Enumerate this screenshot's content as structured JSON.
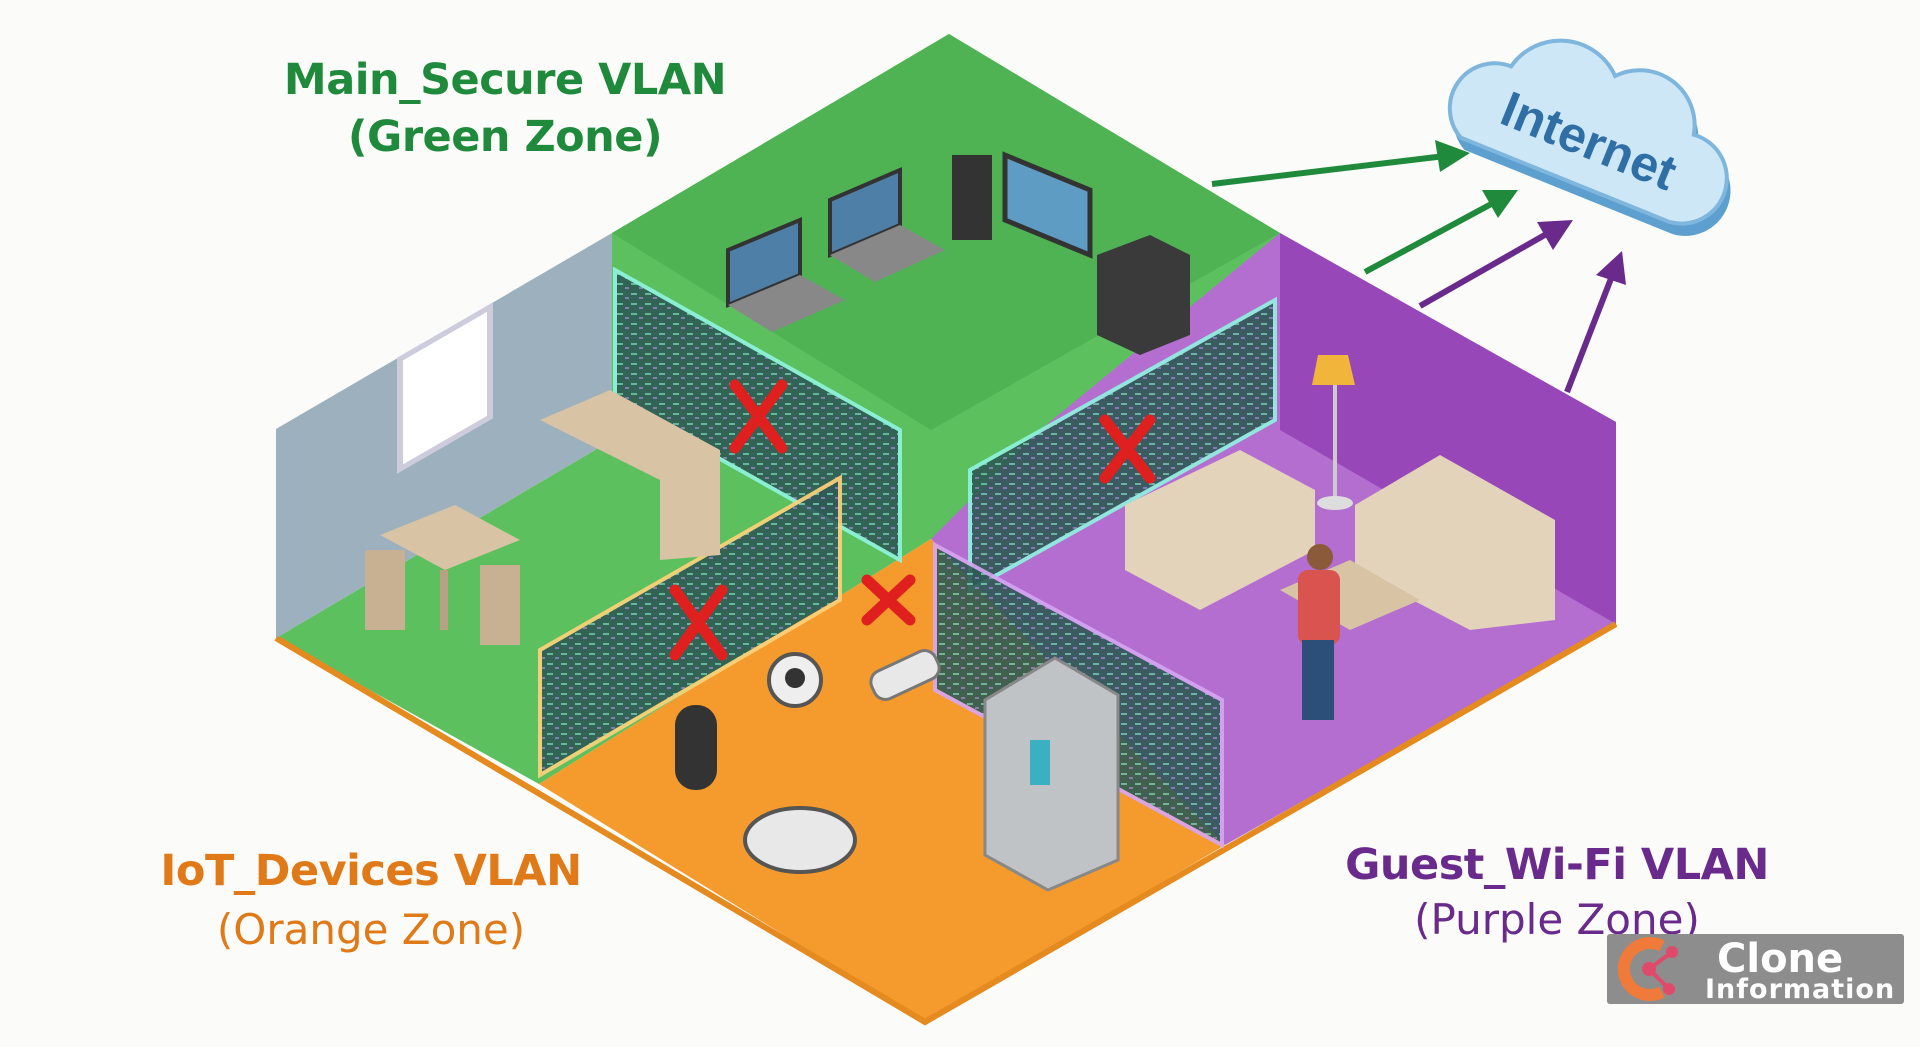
{
  "zones": {
    "green": {
      "title": "Main_Secure VLAN",
      "subtitle": "(Green Zone)",
      "color": "#1f8a3b"
    },
    "orange": {
      "title": "IoT_Devices VLAN",
      "subtitle": "(Orange Zone)",
      "color": "#e07a18"
    },
    "purple": {
      "title": "Guest_Wi-Fi VLAN",
      "subtitle": "(Purple Zone)",
      "color": "#6a2a8c"
    }
  },
  "cloud": {
    "label": "Internet",
    "color": "#a9d4ef",
    "text_color": "#2f6fa6"
  },
  "firewall_marks": {
    "icon": "red-x-icon",
    "color": "#e0201e"
  },
  "watermark": {
    "line1": "Clone",
    "line2": "Information"
  }
}
